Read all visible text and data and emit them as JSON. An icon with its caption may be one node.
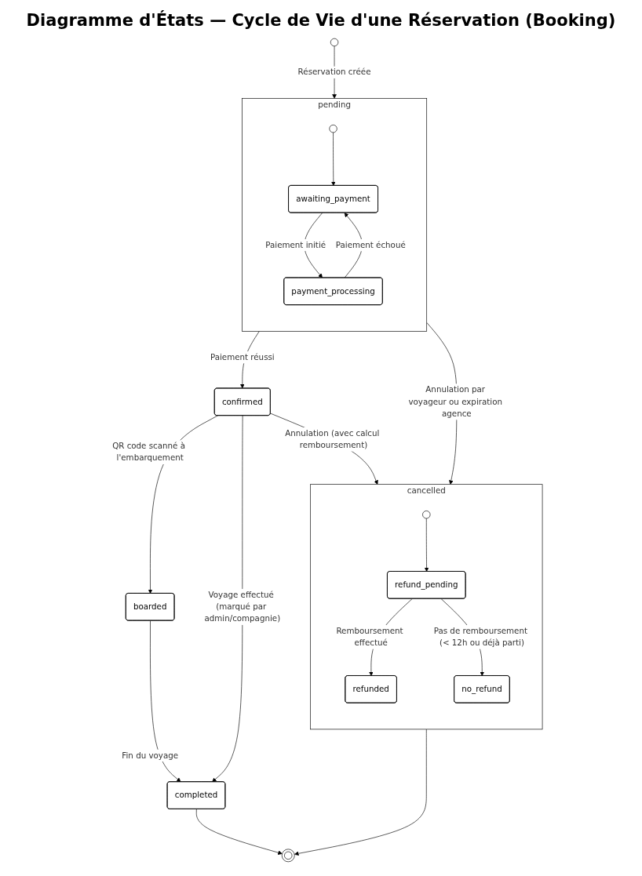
{
  "diagram": {
    "title": "Diagramme d'États — Cycle de Vie d'une Réservation (Booking)",
    "nodes": [
      {
        "text": [],
        "shape": "circle"
      },
      {
        "text": [
          "pending"
        ]
      },
      {
        "text": [],
        "shape": "circle",
        "in": 1
      },
      {
        "text": [
          "awaiting_payment"
        ],
        "in": 1
      },
      {
        "text": [
          "payment_processing"
        ],
        "in": 1
      },
      {
        "text": [
          "confirmed"
        ]
      },
      {
        "text": [
          "cancelled"
        ]
      },
      {
        "text": [],
        "shape": "circle",
        "in": 6
      },
      {
        "text": [
          "refund_pending"
        ],
        "in": 6
      },
      {
        "text": [
          "refunded"
        ],
        "in": 6
      },
      {
        "text": [
          "no_refund"
        ],
        "in": 6
      },
      {
        "text": [
          "boarded"
        ]
      },
      {
        "text": [
          "completed"
        ]
      },
      {
        "text": [],
        "shape": "bullseye"
      }
    ],
    "edges": [
      {
        "from": 0,
        "to": 1,
        "arrow": "to",
        "label": "Réservation créée"
      },
      {
        "from": 2,
        "to": 3,
        "arrow": "to"
      },
      {
        "from": 3,
        "to": 4,
        "arrow": "to",
        "label": "Paiement initié"
      },
      {
        "from": 4,
        "to": 3,
        "arrow": "to",
        "label": "Paiement échoué"
      },
      {
        "from": 1,
        "to": 5,
        "arrow": "to",
        "label": "Paiement réussi"
      },
      {
        "from": 1,
        "to": 6,
        "arrow": "to",
        "label": "Annulation par voyageur ou expiration agence"
      },
      {
        "from": 5,
        "to": 6,
        "arrow": "to",
        "label": "Annulation (avec calcul remboursement)"
      },
      {
        "from": 5,
        "to": 11,
        "arrow": "to",
        "label": "QR code scanné à l'embarquement"
      },
      {
        "from": 5,
        "to": 12,
        "arrow": "to",
        "label": "Voyage effectué (marqué par admin/compagnie)"
      },
      {
        "from": 7,
        "to": 8,
        "arrow": "to"
      },
      {
        "from": 8,
        "to": 9,
        "arrow": "to",
        "label": "Remboursement effectué"
      },
      {
        "from": 8,
        "to": 10,
        "arrow": "to",
        "label": "Pas de remboursement (< 12h ou déjà parti)"
      },
      {
        "from": 11,
        "to": 12,
        "arrow": "to",
        "label": "Fin du voyage"
      },
      {
        "from": 6,
        "to": 13,
        "arrow": "to"
      },
      {
        "from": 12,
        "to": 13,
        "arrow": "to"
      }
    ]
  }
}
